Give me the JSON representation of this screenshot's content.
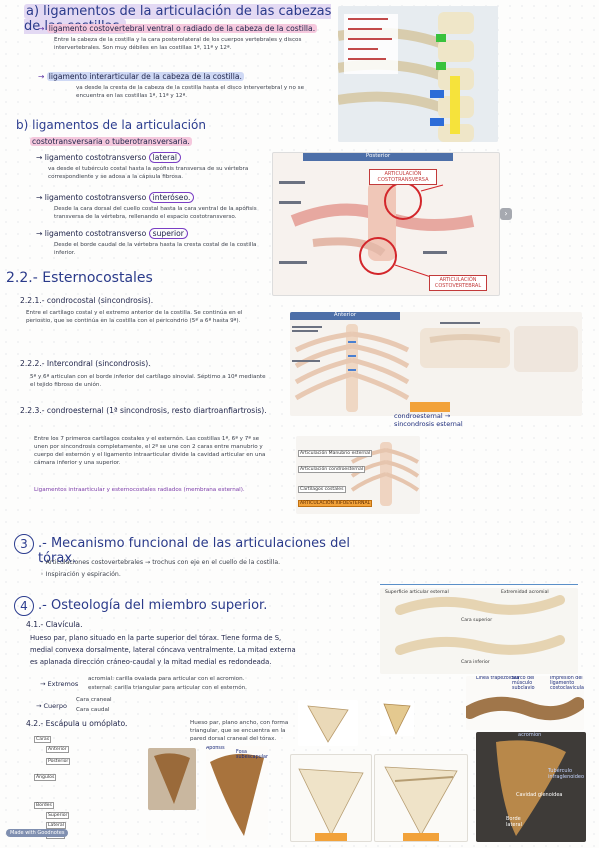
{
  "sec_a": {
    "title": "a) ligamentos de la articulación de las cabezas de las costillas.",
    "item1_title": "ligamento costovertebral ventral o radiado de la cabeza de la costilla.",
    "item1_text": "Entre la cabeza de la costilla y la cara posterolateral de los cuerpos vertebrales y discos intervertebrales. Son muy débiles en las costillas 1ª, 11ª y 12ª.",
    "item2_title": "ligamento interarticular de la cabeza de la costilla.",
    "item2_text": "va desde la cresta de la cabeza de la costilla hasta el disco intervertebral y no se encuentra en las costillas 1ª, 11ª y 12ª."
  },
  "sec_b": {
    "title": "b) ligamentos de la articulación",
    "subtitle": "costotransversaria o tuberotransversaria.",
    "lat_prefix": "ligamento costotransverso",
    "lat_word": "lateral",
    "lat_text": "va desde el tubérculo costal hasta la apófisis transversa de su vértebra correspondiente y se adosa a la cápsula fibrosa.",
    "inter_prefix": "ligamento costotransverso",
    "inter_word": "interóseo.",
    "inter_text": "Desde la cara dorsal del cuello costal hasta la cara ventral de la apófisis transversa de la vértebra, rellenando el espacio costotransverso.",
    "sup_prefix": "ligamento costotransverso",
    "sup_word": "superior",
    "sup_text": "Desde el borde caudal de la vértebra hasta la cresta costal de la costilla inferior."
  },
  "sec_22": {
    "title": "2.2.- Esternocostales",
    "s1_title": "2.2.1.- condrocostal (sincondrosis).",
    "s1_text": "Entre el cartílago costal y el extremo anterior de la costilla. Se continúa en el periostio, que se continúa en la costilla con el pericondrio (5ª a 6ª hasta 9ª).",
    "s2_title": "2.2.2.- Intercondral (sincondrosis).",
    "s2_text": "5ª y 6ª articulan con el borde inferior del cartílago sinovial. Séptimo a 10ª mediante el tejido fibroso de unión.",
    "s3_title": "2.2.3.- condroesternal (1ª sincondrosis, resto diartroanfiartrosis).",
    "s3_text": "Entre los 7 primeros cartílagos costales y el esternón. Las costillas 1ª, 6ª y 7ª se unen por sincondrosis completamente, el 2º se une con 2 caras entre manubrio y cuerpo del esternón y el ligamento intraarticular divide la cavidad articular en una cámara inferior y una superior.",
    "s3_extra": "Ligamentos intraarticular y esternocostales radiados (membrana esternal)."
  },
  "sec_3": {
    "num": "3",
    "title": ".- Mecanismo funcional de las articulaciones del tórax.",
    "b1": "Articulaciones costovertebrales → trochus con eje en el cuello de la costilla.",
    "b2": "Inspiración y espiración."
  },
  "sec_4": {
    "num": "4",
    "title": ".- Osteología del miembro superior.",
    "clav_title": "4.1.- Clavícula.",
    "clav_text1": "Hueso par, plano situado en la parte superior del tórax. Tiene forma de S,",
    "clav_text2": "medial convexa dorsalmente, lateral cóncava ventralmente. La mitad externa",
    "clav_text3": "es aplanada dirección cráneo-caudal y la mitad medial es redondeada.",
    "extremos": "Extremos",
    "ext1": "acromial: carilla ovalada para articular con el acromion.",
    "ext2": "esternal: carilla triangular para articular con el esternón.",
    "cuerpo": "Cuerpo",
    "caras1": "Cara craneal",
    "caras2": "Cara caudal",
    "esc_title": "4.2.- Escápula u omóplato.",
    "esc_text": "Hueso par, plano ancho, con forma triangular, que se encuentra en la pared dorsal craneal del tórax.",
    "tree": [
      "Caras",
      "Anterior",
      "Posterior",
      "Ángulos",
      "Bordes",
      "Superior",
      "Lateral",
      "Medial"
    ]
  },
  "figures": {
    "fig2_header": "Posterior",
    "fig2_box1": "ARTICULACIÓN COSTOTRANSVERSA",
    "fig2_box2": "ARTICULACIÓN COSTOVERTEBRAL",
    "fig3_header": "Anterior",
    "fig3_callout": "condroesternal → sincondrosis esternal",
    "fig4_label1": "Articulación Manubrio esternal",
    "fig4_label2": "Articulación condroesternal",
    "fig4_label3": "Cartílagos costales",
    "fig4_box": "ARTICULACIÓN XIFOESTERNAL",
    "clav_labels": [
      "Superficie articular esternal",
      "Extremidad acromial",
      "Cara superior",
      "Cara inferior"
    ],
    "photo_labels": [
      "Línea trapezoidea",
      "Surco del músculo subclavio",
      "Impresión del ligamento costoclavicular"
    ],
    "scap_labels": [
      "acromion",
      "Cavidad glenoidea",
      "Tubérculo infraglenoideo",
      "Borde lateral"
    ],
    "scap2_labels": [
      "Apófisis",
      "Fosa subescapular"
    ]
  },
  "footer": {
    "brand": "Made with Goodnotes"
  },
  "colors": {
    "ink": "#2c3d8f",
    "pink_highlight": "#f5c8dd",
    "circle": "#7a3fc4"
  }
}
